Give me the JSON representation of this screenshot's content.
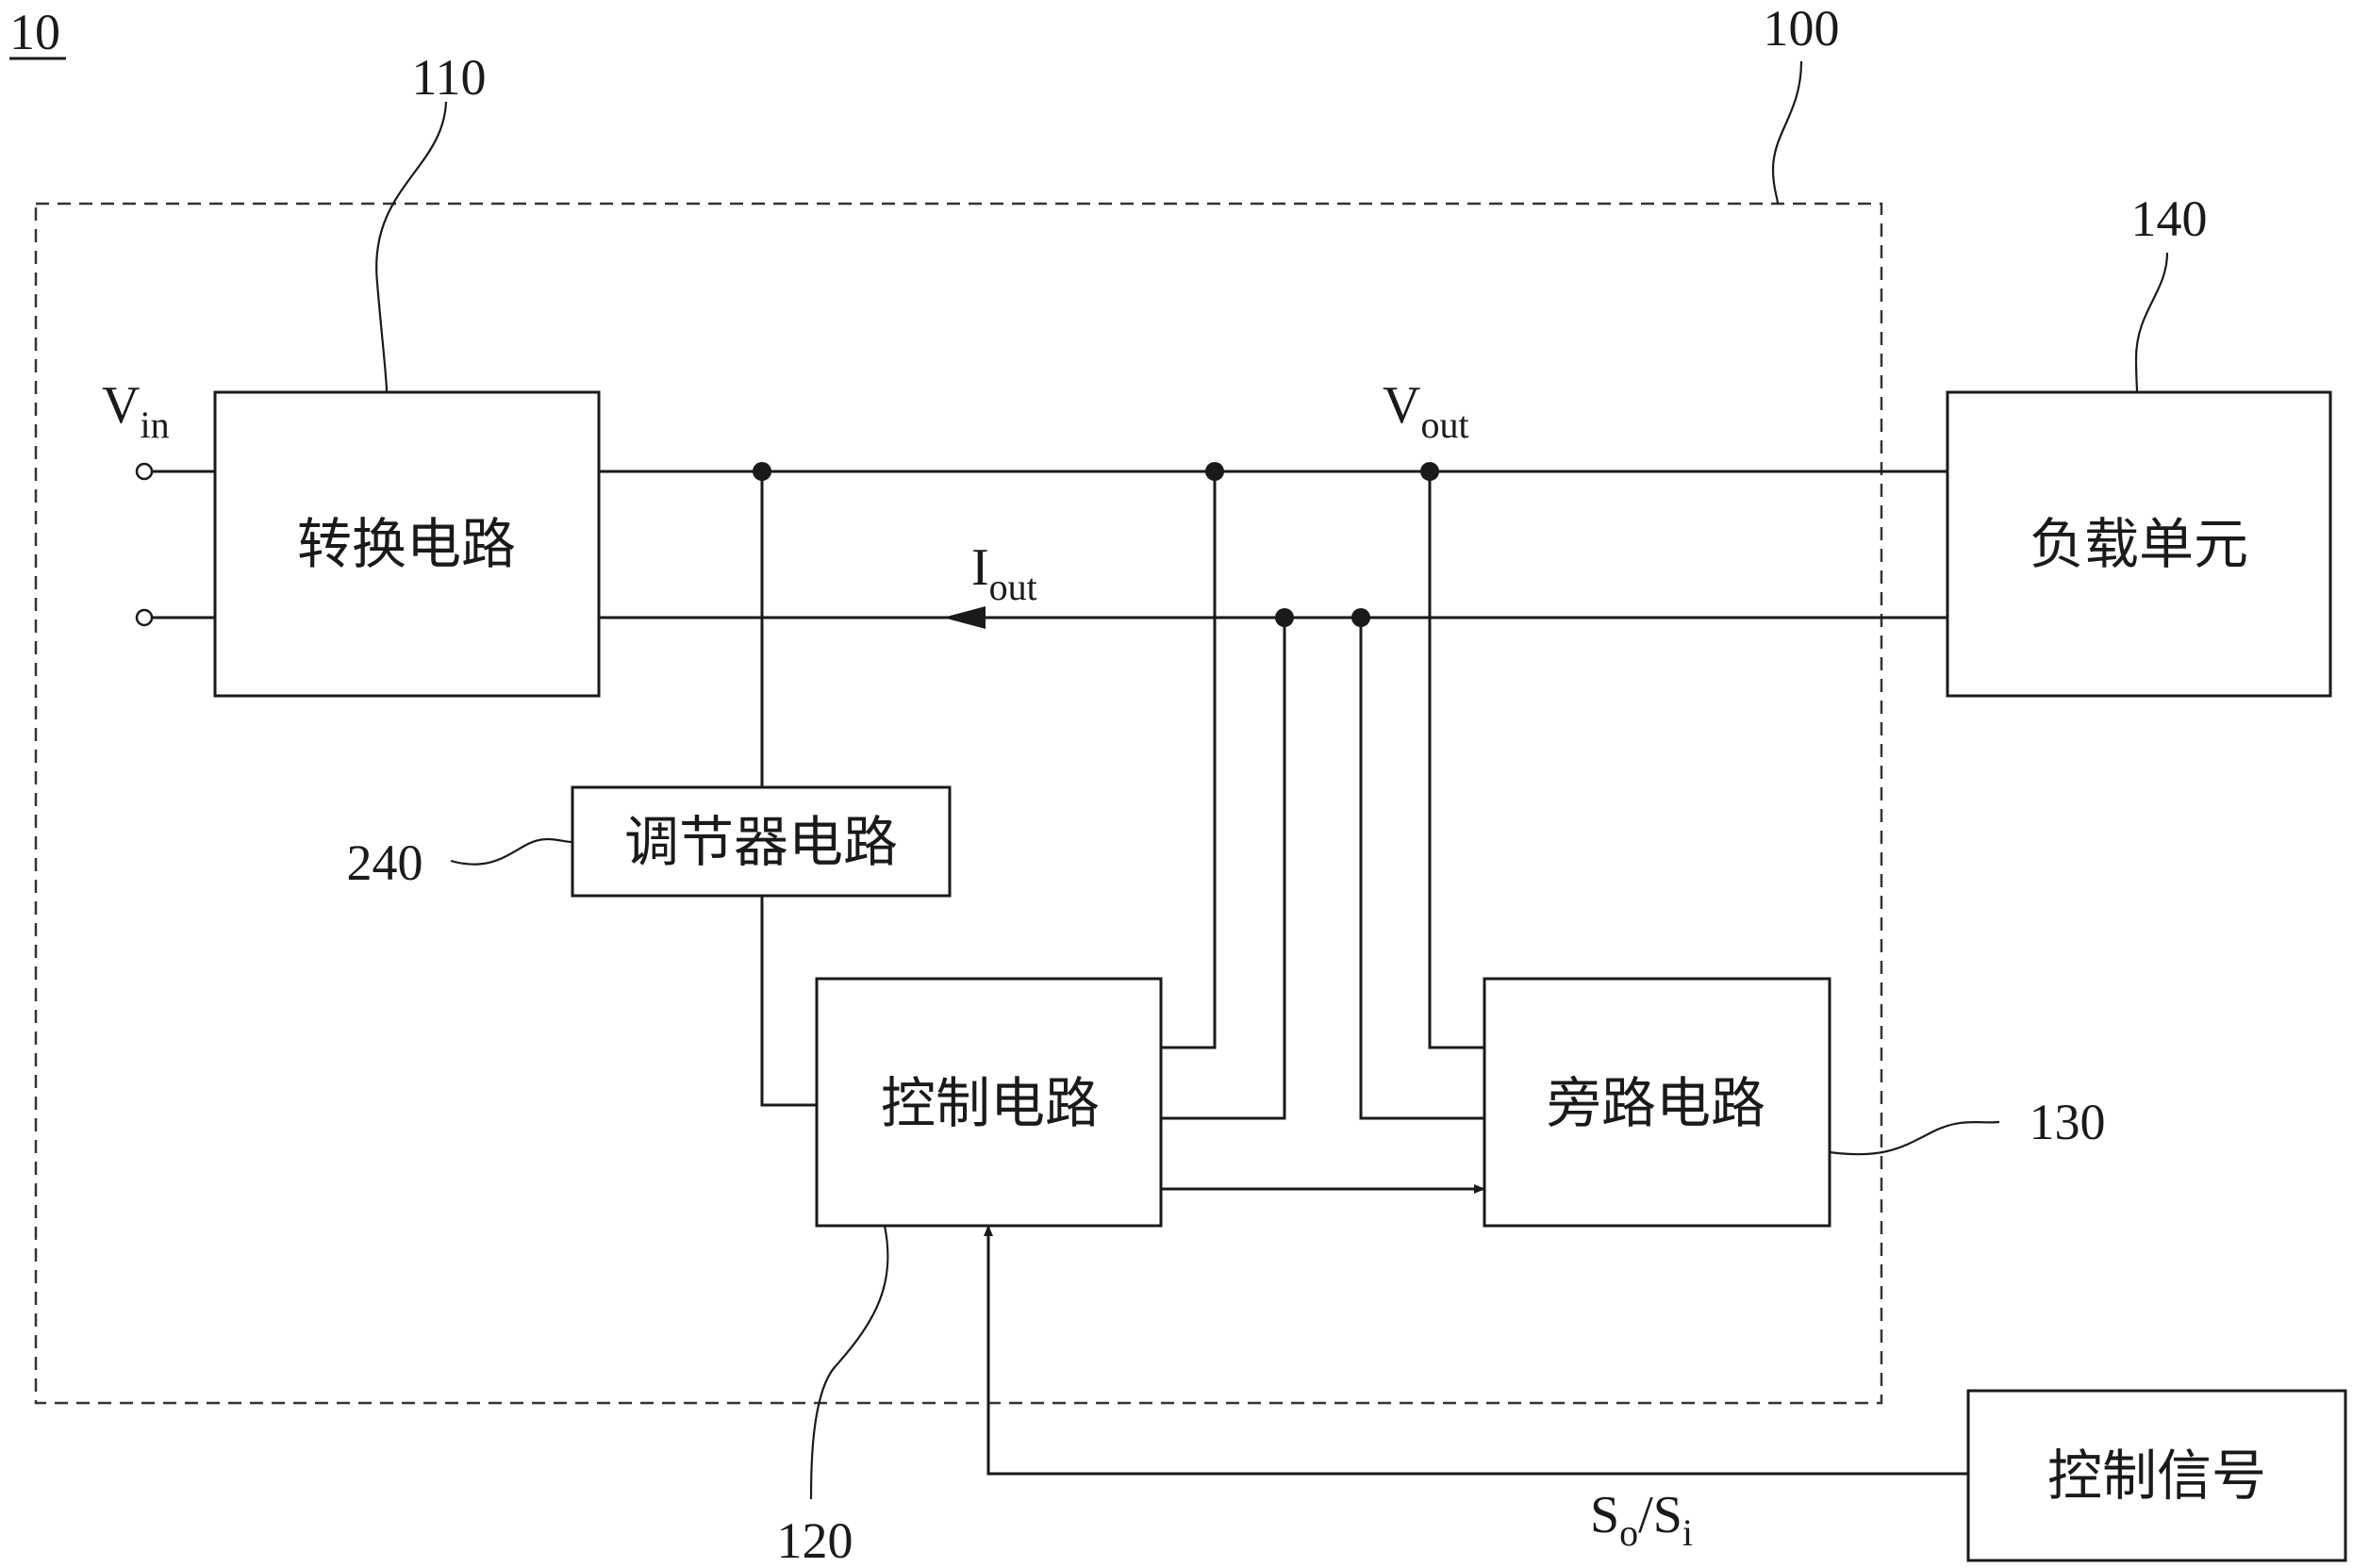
{
  "figure_number": "10",
  "refs": {
    "module": "100",
    "converter": "110",
    "control": "120",
    "bypass": "130",
    "load": "140",
    "regulator": "240"
  },
  "blocks": {
    "converter": "转换电路",
    "regulator": "调节器电路",
    "control": "控制电路",
    "bypass": "旁路电路",
    "load": "负载单元",
    "control_signal": "控制信号"
  },
  "signals": {
    "vin": {
      "main": "V",
      "sub": "in"
    },
    "vout": {
      "main": "V",
      "sub": "out"
    },
    "iout": {
      "main": "I",
      "sub": "out"
    },
    "so_si": {
      "a": "S",
      "a_sub": "o",
      "sep": "/",
      "b": "S",
      "b_sub": "i"
    }
  }
}
